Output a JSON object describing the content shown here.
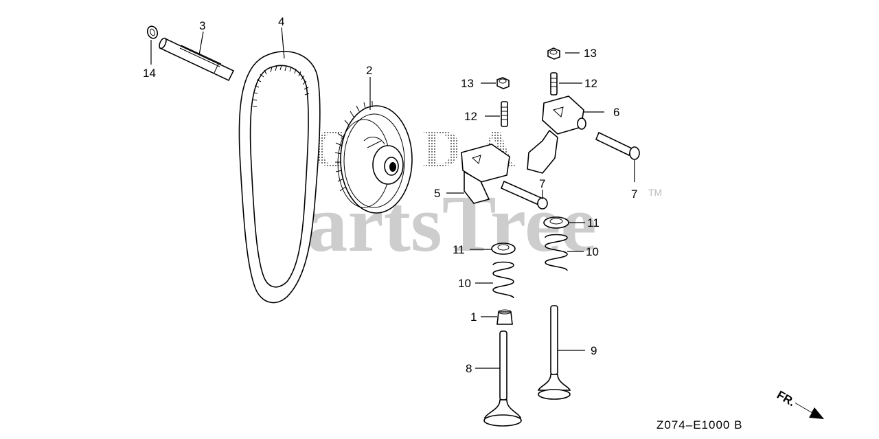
{
  "diagram": {
    "watermark_main": "PartsTree",
    "watermark_tm": "TM",
    "watermark_brand": "HONDA",
    "code": "Z074–E1000 B",
    "direction": "FR.",
    "callouts": {
      "p14": "14",
      "p3": "3",
      "p4": "4",
      "p2": "2",
      "p13a": "13",
      "p12a": "12",
      "p13b": "13",
      "p12b": "12",
      "p6": "6",
      "p5": "5",
      "p7a": "7",
      "p7b": "7",
      "p11a": "11",
      "p11b": "11",
      "p10a": "10",
      "p10b": "10",
      "p1": "1",
      "p8": "8",
      "p9": "9"
    }
  }
}
